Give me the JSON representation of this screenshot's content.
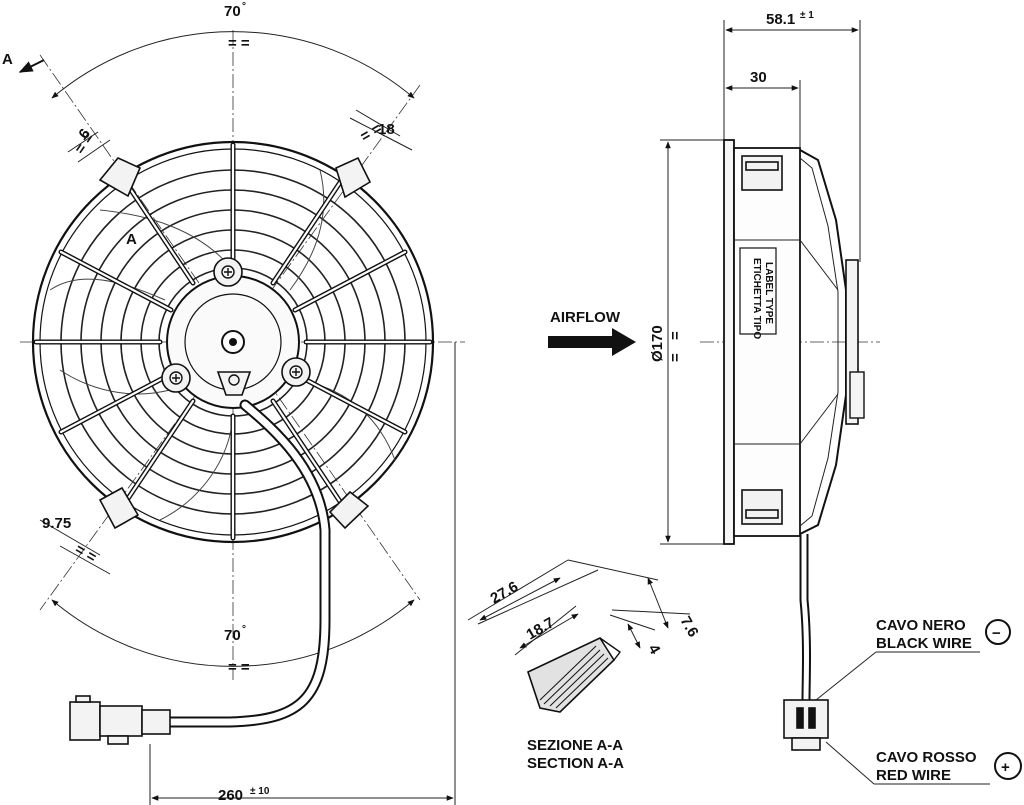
{
  "front_view": {
    "angle_top": "70",
    "angle_bottom": "70",
    "degree_sign": "°",
    "section_marker": "A",
    "rib_marker": "A",
    "dim_6": "6",
    "dim_18": "18",
    "dim_975": "9.75",
    "cable_length": "260",
    "cable_tolerance": "± 10",
    "equal_mark": "= ="
  },
  "side_view": {
    "depth_total": "58.1",
    "depth_tolerance": "± 1",
    "depth_body": "30",
    "diameter": "Ø170",
    "equal_mark": "=",
    "label_it": "ETICHETTA TIPO",
    "label_en": "LABEL TYPE",
    "airflow": "AIRFLOW"
  },
  "section": {
    "dim_276": "27.6",
    "dim_187": "18.7",
    "dim_76": "7.6",
    "dim_4": "4",
    "title_it": "SEZIONE A-A",
    "title_en": "SECTION A-A"
  },
  "wires": {
    "black_it": "CAVO NERO",
    "black_en": "BLACK WIRE",
    "black_symbol": "−",
    "red_it": "CAVO ROSSO",
    "red_en": "RED WIRE",
    "red_symbol": "+"
  }
}
